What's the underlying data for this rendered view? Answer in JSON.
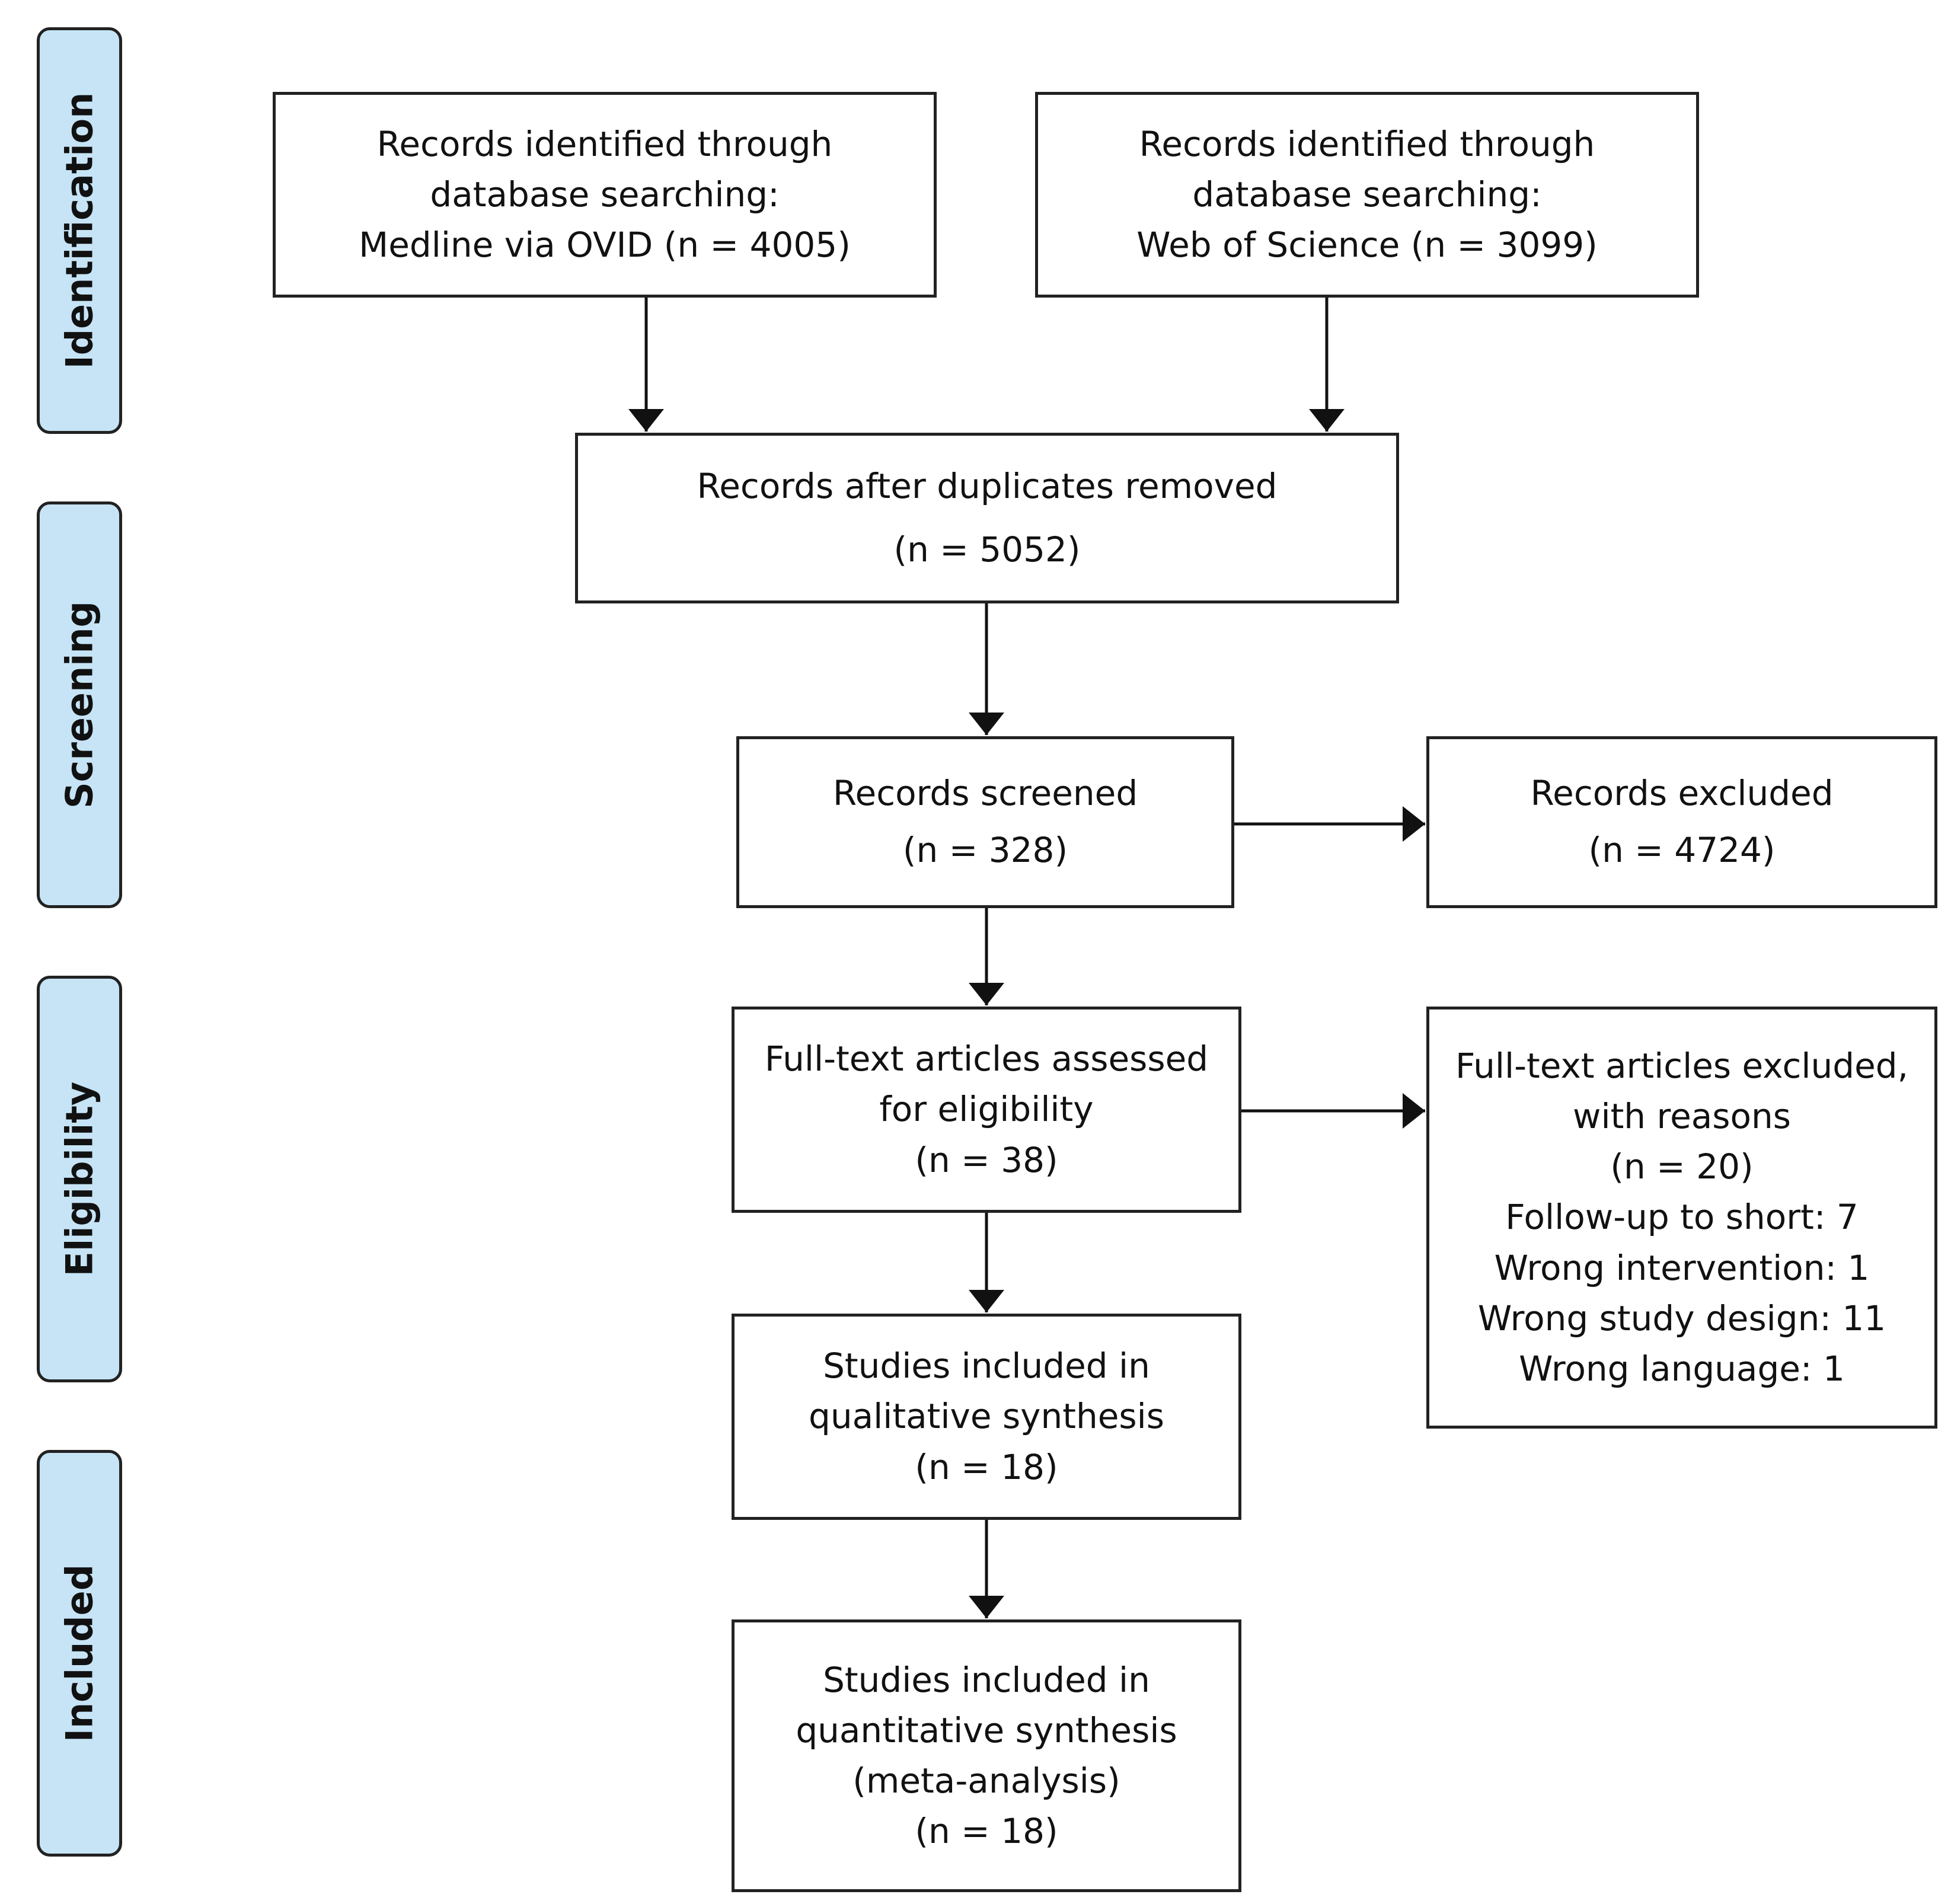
{
  "phases": [
    "Identification",
    "Screening",
    "Eligibility",
    "Included"
  ],
  "boxes": {
    "medline": [
      "Records identified through",
      "database searching:",
      "Medline via OVID (n = 4005)"
    ],
    "wos": [
      "Records identified through",
      "database searching:",
      "Web of Science (n = 3099)"
    ],
    "duplicates": [
      "Records after duplicates removed",
      "(n = 5052)"
    ],
    "screened": [
      "Records screened",
      "(n = 328)"
    ],
    "excluded": [
      "Records excluded",
      "(n = 4724)"
    ],
    "fulltext": [
      "Full-text articles assessed",
      "for eligibility",
      "(n = 38)"
    ],
    "fulltext_excluded": [
      "Full-text articles excluded,",
      "with reasons",
      "(n = 20)",
      "Follow-up to short: 7",
      "Wrong intervention: 1",
      "Wrong study design: 11",
      "Wrong language: 1"
    ],
    "qualitative": [
      "Studies included in",
      "qualitative synthesis",
      "(n = 18)"
    ],
    "quantitative": [
      "Studies included in",
      "quantitative synthesis",
      "(meta-analysis)",
      "(n = 18)"
    ]
  },
  "colors": {
    "phase_fill": "#c6e4f6",
    "stroke": "#222222"
  }
}
